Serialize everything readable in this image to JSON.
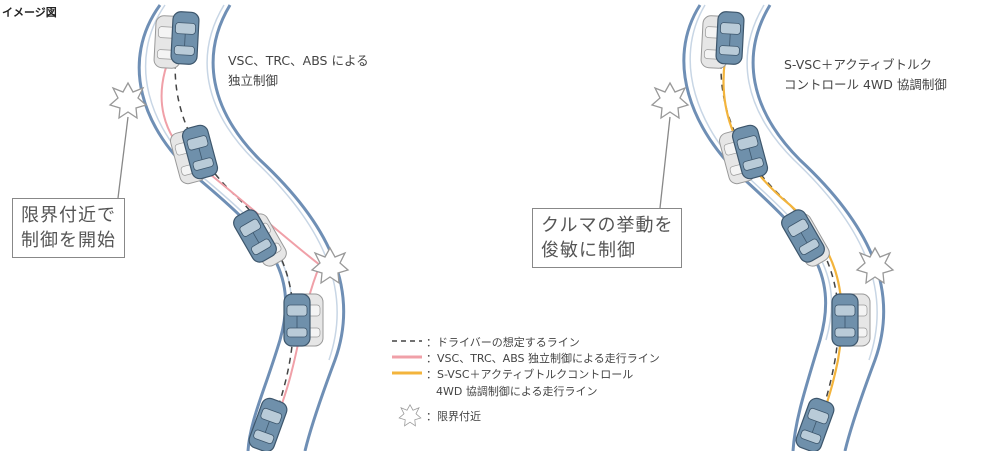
{
  "title": "イメージ図",
  "left": {
    "description_line1": "VSC、TRC、ABS による",
    "description_line2": "独立制御",
    "callout_line1": "限界付近で",
    "callout_line2": "制御を開始"
  },
  "right": {
    "description_line1": "S-VSC＋アクティブトルク",
    "description_line2": "コントロール 4WD 協調制御",
    "callout_line1": "クルマの挙動を",
    "callout_line2": "俊敏に制御"
  },
  "legend": {
    "dashed_label": "：ドライバーの想定するライン",
    "pink_label": "：VSC、TRC、ABS 独立制御による走行ライン",
    "orange_label_line1": "：S-VSC＋アクティブトルクコントロール",
    "orange_label_line2": "4WD 協調制御による走行ライン",
    "star_label": "：限界付近"
  },
  "colors": {
    "road_edge": "#6f8fb5",
    "dashed_line": "#444444",
    "pink_line": "#f0a0a8",
    "orange_line": "#f3b43c",
    "car_body": "#6f90ab",
    "car_ghost": "#dcdcdc"
  }
}
